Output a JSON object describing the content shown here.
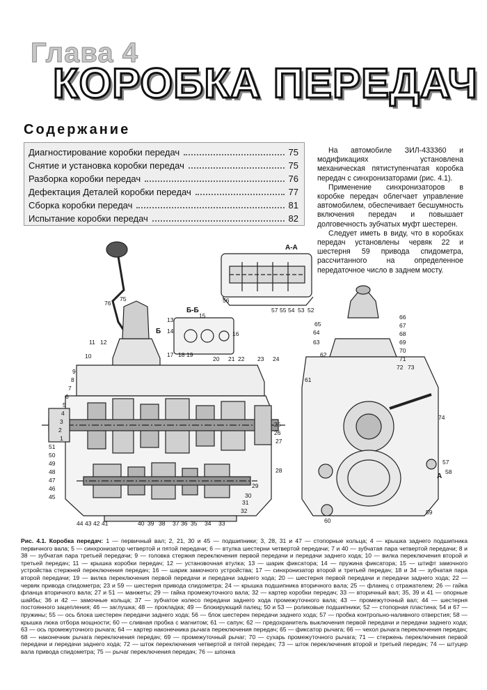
{
  "chapter": {
    "label": "Глава 4",
    "title": "КОРОБКА ПЕРЕДАЧ"
  },
  "toc": {
    "heading": "Содержание",
    "items": [
      {
        "title": "Диагностирование коробки передач",
        "page": "75"
      },
      {
        "title": "Снятие и установка коробки передач",
        "page": "75"
      },
      {
        "title": "Разборка коробки передач",
        "page": "76"
      },
      {
        "title": "Дефектация Деталей коробки передач",
        "page": "77"
      },
      {
        "title": "Сборка коробки передач",
        "page": "81"
      },
      {
        "title": "Испытание коробки передач",
        "page": "82"
      }
    ]
  },
  "intro": {
    "paragraphs": [
      "На автомобиле ЗИЛ-433360 и модификациях установлена механическая пятиступенчатая коробка передач с синхронизаторами (рис. 4.1).",
      "Применение синхронизаторов в коробке передач облегчает управление автомобилем, обеспечивает бесшумность включения передач и повышает долговечность зубчатых муфт шестерен.",
      "Следует иметь в виду, что в коробках передач установлены червяк 22 и шестерня 59 привода спидометра, рассчитанного на определенное передаточное число в заднем мосту."
    ]
  },
  "figure": {
    "section_labels": {
      "aa": "А-А",
      "bb": "Б-Б",
      "b": "Б",
      "a": "А"
    },
    "callouts_section_aa": [
      "56",
      "57",
      "55",
      "54",
      "53",
      "52"
    ],
    "callouts_section_bb": [
      "13",
      "14",
      "15",
      "16",
      "17",
      "18",
      "19"
    ],
    "callouts_main": [
      "75",
      "76",
      "11",
      "12",
      "10",
      "9",
      "8",
      "7",
      "6",
      "5",
      "4",
      "3",
      "2",
      "1",
      "51",
      "50",
      "49",
      "48",
      "47",
      "46",
      "45",
      "44",
      "43",
      "42",
      "41",
      "40",
      "39",
      "38",
      "37",
      "36",
      "35",
      "34",
      "33",
      "32",
      "31",
      "30",
      "29",
      "28",
      "27",
      "26",
      "25",
      "24",
      "23",
      "22",
      "21",
      "20"
    ],
    "callouts_end": [
      "65",
      "64",
      "63",
      "62",
      "61",
      "60",
      "59",
      "58",
      "57",
      "66",
      "67",
      "68",
      "69",
      "70",
      "71",
      "72",
      "73",
      "74"
    ]
  },
  "caption": {
    "lead": "Рис. 4.1. Коробка передач:",
    "text": "1 — первичный вал; 2, 21, 30 и 45 — подшипники; 3, 28, 31 и 47 — стопорные кольца; 4 — крышка заднего подшипника первичного вала; 5 — синхронизатор четвертой и пятой передачи; 6 — втулка шестерни четвертой передачи; 7 и 40 — зубчатая пара четвертой передачи; 8 и 38 — зубчатая пара третьей передачи; 9 — головка стержня переключения первой передачи и передачи заднего хода; 10 — вилка переключения второй и третьей передач; 11 — крышка коробки передач; 12 — установочная втулка; 13 — шарик фиксатора; 14 — пружина фиксатора; 15 — штифт замочного устройства стержней переключения передач; 16 — шарик замочного устройства; 17 — синхронизатор второй и третьей передач; 18 и 34 — зубчатая пара второй передачи; 19 — вилка переключения первой передачи и передачи заднего хода; 20 — шестерня первой передачи и передачи заднего хода; 22 — червяк привода спидометра; 23 и 59 — шестерня привода спидометра; 24 — крышка подшипника вторичного вала; 25 — фланец с отражателем; 26 — гайка фланца вторичного вала; 27 и 51 — манжеты; 29 — гайка промежуточного вала; 32 — картер коробки передач; 33 — вторичный вал; 35, 39 и 41 — опорные шайбы; 36 и 42 — замочные кольца; 37 — зубчатое колесо передачи заднего хода промежуточного вала; 43 — промежуточный вал; 44 — шестерня постоянного зацепления; 46 — заглушка; 48 — прокладка; 49 — блокирующий палец; 50 и 53 — роликовые подшипники; 52 — стопорная пластина; 54 и 67 — пружины; 55 — ось блока шестерен передачи заднего хода; 56 — блок шестерен передачи заднего хода; 57 — пробка контрольно-наливного отверстия; 58 — крышка люка отбора мощности; 60 — сливная пробка с магнитом; 61 — сапун; 62 — предохранитель выключения первой передачи и передачи заднего хода; 63 — ось промежуточного рычага; 64 — картер наконечника рычага переключения передач; 65 — фиксатор рычага; 66 — чехол рычага переключения передач; 68 — наконечник рычага переключения передач; 69 — промежуточный рычаг; 70 — сухарь промежуточного рычага; 71 — стержень переключения первой передачи и передачи заднего хода; 72 — шток переключения четвертой и пятой передач; 73 — шток переключения второй и третьей передач; 74 — штуцер вала привода спидометра; 75 — рычаг переключения передач; 76 — шпонка"
  }
}
